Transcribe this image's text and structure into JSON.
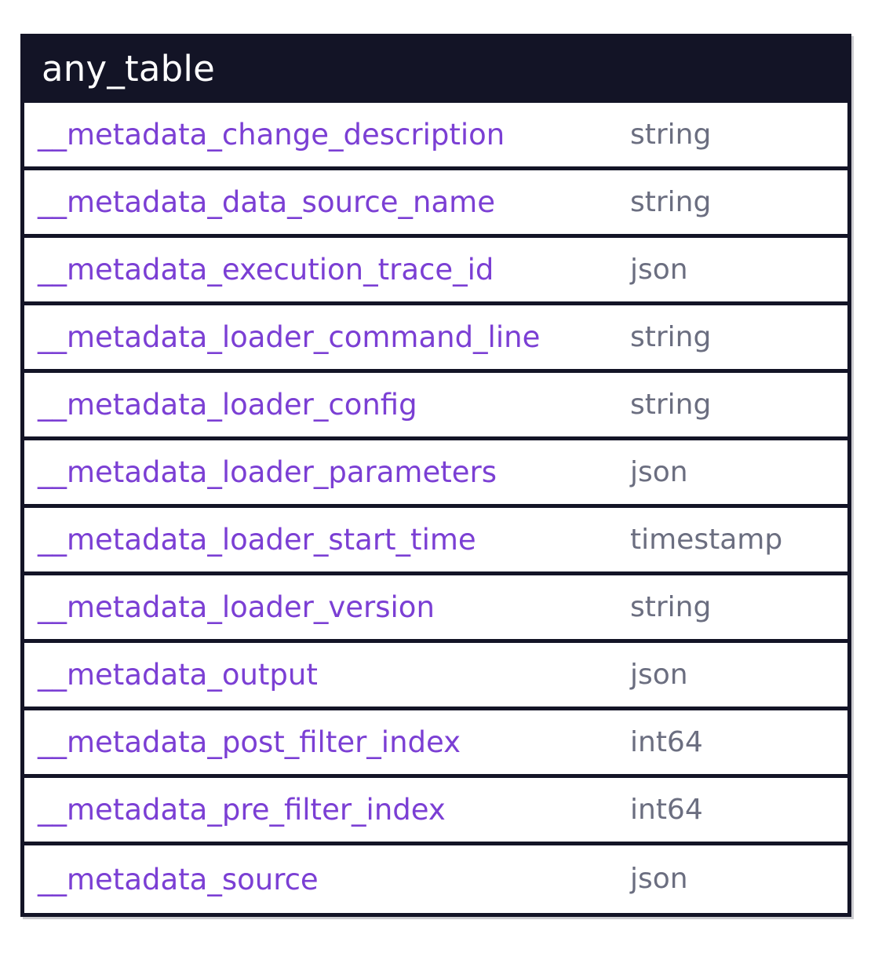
{
  "diagram": {
    "kind": "erd-entity-table",
    "colors": {
      "header_background": "#131426",
      "header_text": "#ffffff",
      "border": "#131426",
      "row_background": "#ffffff",
      "column_name_text": "#7B3FD4",
      "column_type_text": "#6B6E80",
      "page_background": "#ffffff"
    },
    "table": {
      "title": "any_table",
      "columns": [
        {
          "name": "__metadata_change_description",
          "type": "string"
        },
        {
          "name": "__metadata_data_source_name",
          "type": "string"
        },
        {
          "name": "__metadata_execution_trace_id",
          "type": "json"
        },
        {
          "name": "__metadata_loader_command_line",
          "type": "string"
        },
        {
          "name": "__metadata_loader_config",
          "type": "string"
        },
        {
          "name": "__metadata_loader_parameters",
          "type": "json"
        },
        {
          "name": "__metadata_loader_start_time",
          "type": "timestamp"
        },
        {
          "name": "__metadata_loader_version",
          "type": "string"
        },
        {
          "name": "__metadata_output",
          "type": "json"
        },
        {
          "name": "__metadata_post_filter_index",
          "type": "int64"
        },
        {
          "name": "__metadata_pre_filter_index",
          "type": "int64"
        },
        {
          "name": "__metadata_source",
          "type": "json"
        }
      ]
    }
  }
}
